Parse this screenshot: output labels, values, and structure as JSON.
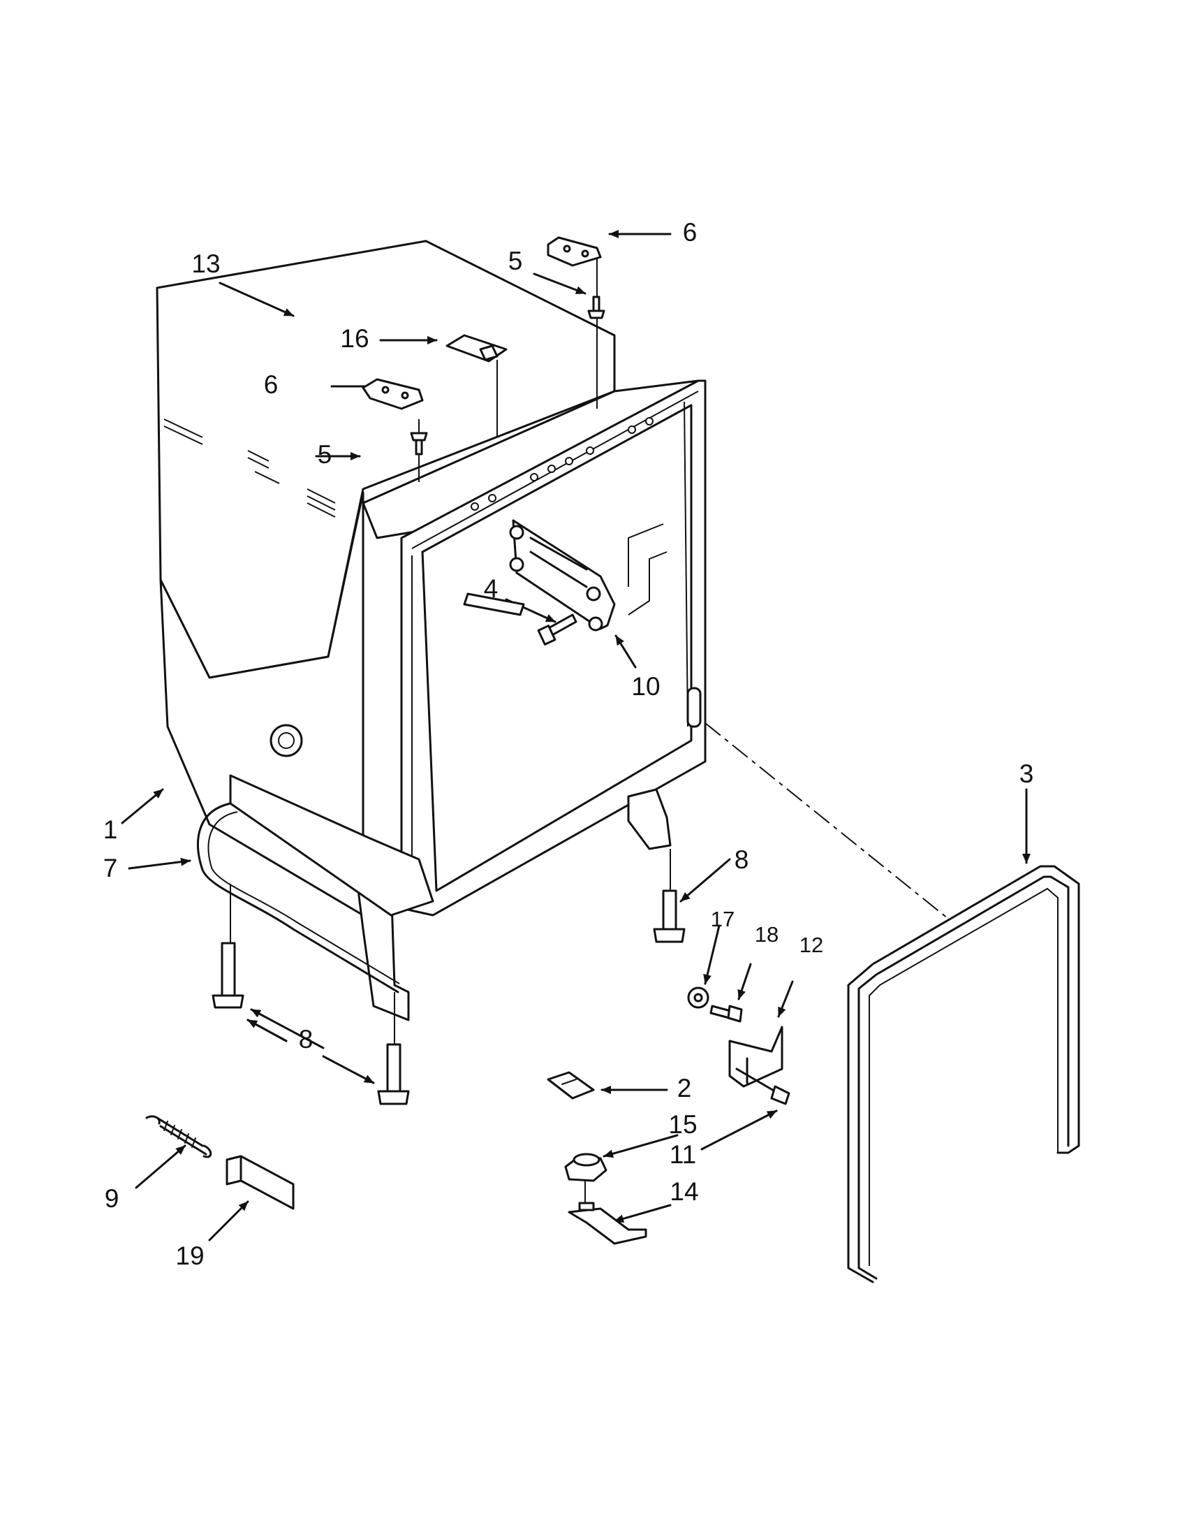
{
  "diagram": {
    "colors": {
      "line": "#111111",
      "background": "#ffffff"
    },
    "callouts": {
      "c1": "1",
      "c2": "2",
      "c3": "3",
      "c4": "4",
      "c5a": "5",
      "c5b": "5",
      "c6a": "6",
      "c6b": "6",
      "c7": "7",
      "c8a": "8",
      "c8b": "8",
      "c9": "9",
      "c10": "10",
      "c11": "11",
      "c12": "12",
      "c13": "13",
      "c14": "14",
      "c15": "15",
      "c16": "16",
      "c17": "17",
      "c18": "18",
      "c19": "19"
    }
  }
}
